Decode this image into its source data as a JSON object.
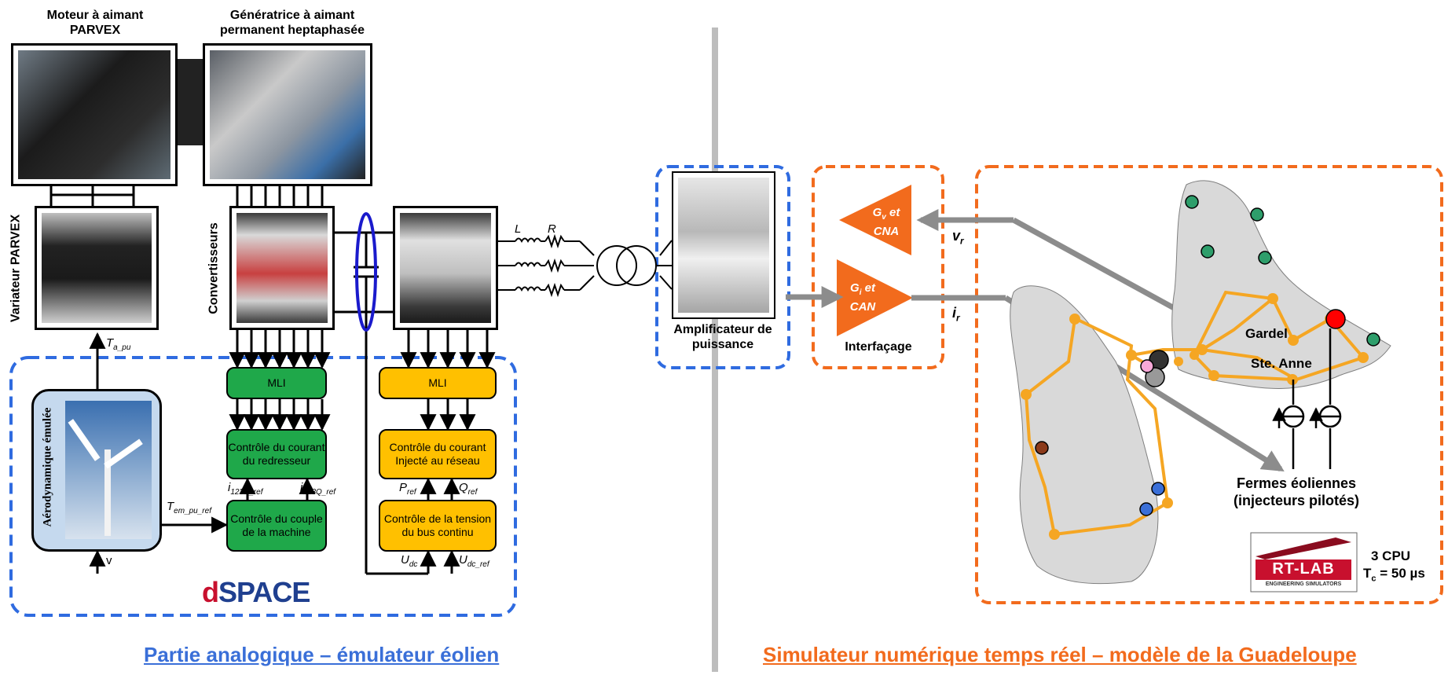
{
  "left": {
    "motor_label": "Moteur à aimant PARVEX",
    "generator_label": "Génératrice à aimant permanent heptaphasée",
    "variateur_label": "Variateur PARVEX",
    "convertisseurs_label": "Convertisseurs",
    "t_a_pu": "T",
    "t_a_pu_sub": "a_pu",
    "aero_label": "Aérodynamique émulée",
    "v_label": "v",
    "t_em_label": "T",
    "t_em_sub": "em_pu_ref",
    "green_mli": "MLI",
    "green_ctrl_courant": "Contrôle du courant du redresseur",
    "green_ctrl_couple": "Contrôle du couple de la machine",
    "i_d_label": "i",
    "i_d_sub": "123D_ref",
    "i_q_label": "i",
    "i_q_sub": "123Q_ref",
    "yellow_mli": "MLI",
    "yellow_ctrl_courant": "Contrôle du courant Injecté au réseau",
    "yellow_ctrl_tension": "Contrôle de la tension du bus continu",
    "p_ref": "P",
    "p_ref_sub": "ref",
    "q_ref": "Q",
    "q_ref_sub": "ref",
    "udc": "U",
    "udc_sub": "dc",
    "udc_ref": "U",
    "udc_ref_sub": "dc_ref",
    "L": "L",
    "R": "R",
    "dspace_d": "d",
    "dspace_rest": "SPACE",
    "caption": "Partie analogique – émulateur éolien"
  },
  "middle": {
    "amplifier_label": "Amplificateur de puissance",
    "gv_top": "G",
    "gv_sub": "v",
    "gv_suffix": " et",
    "cna": "CNA",
    "gi_top": "G",
    "gi_sub": "i",
    "gi_suffix": " et",
    "can": "CAN",
    "interfacage": "Interfaçage",
    "vr": "v",
    "vr_sub": "r",
    "ir": "i",
    "ir_sub": "r"
  },
  "right": {
    "gardel": "Gardel",
    "ste_anne": "Ste. Anne",
    "fermes": "Fermes éoliennes (injecteurs pilotés)",
    "rtlab": "RT-LAB",
    "rtlab_sub": "ENGINEERING SIMULATORS",
    "cpu": "3 CPU",
    "tc": "T",
    "tc_sub": "c",
    "tc_val": " = 50 µs",
    "caption": "Simulateur numérique temps réel – modèle de la Guadeloupe"
  },
  "colors": {
    "green": "#1fa84a",
    "yellow": "#ffc000",
    "orange": "#f26b1d",
    "blue_dash": "#2f6be0",
    "caption_blue": "#3a6fd8",
    "caption_orange": "#f26b1d",
    "gray_arrow": "#8c8c8c",
    "line_orange": "#f5a623"
  }
}
